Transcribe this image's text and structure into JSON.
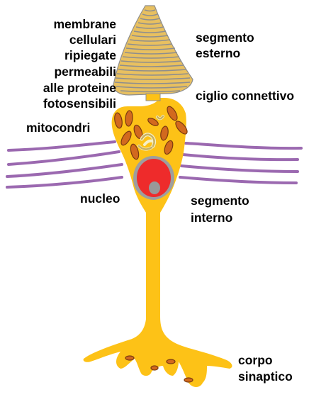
{
  "labels": {
    "membrane_line1": "membrane",
    "membrane_line2": "cellulari",
    "membrane_line3": "ripiegate",
    "membrane_line4": "permeabili",
    "membrane_line5": "alle proteine",
    "membrane_line6": "fotosensibili",
    "mitocondri": "mitocondri",
    "nucleo": "nucleo",
    "segmento_esterno_line1": "segmento",
    "segmento_esterno_line2": "esterno",
    "ciglio_connettivo": "ciglio connettivo",
    "segmento_interno_line1": "segmento",
    "segmento_interno_line2": "interno",
    "corpo_sinaptico_line1": "corpo",
    "corpo_sinaptico_line2": "sinaptico"
  },
  "colors": {
    "cell_body": "#FDC217",
    "outer_segment": "#E8C060",
    "disc_lines": "#8E8E8E",
    "mitochondria": "#D2691E",
    "mitochondria_outline": "#7A3A10",
    "nucleus": "#EE2B2B",
    "nucleus_border": "#8C8C8C",
    "nucleolus": "#999999",
    "golgi": "#F5F0C8",
    "fibers": "#9B69B0"
  }
}
